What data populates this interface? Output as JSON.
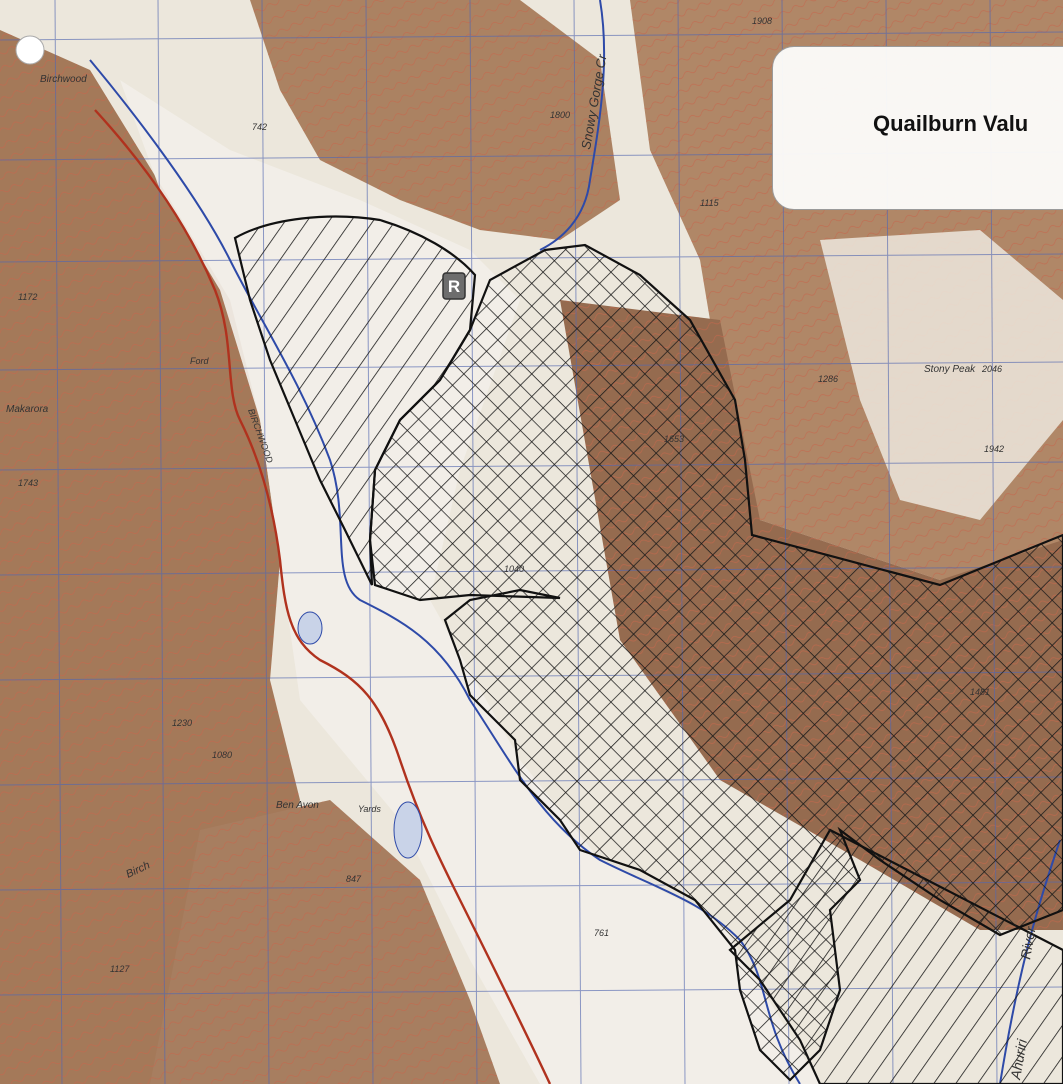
{
  "title": "Quailburn Valu",
  "legend_marker": "R",
  "labels": {
    "place_top_left": "Birchwood",
    "place_mid_left": "Makarora",
    "place_bottom": "Ben Avon",
    "river_right": "River",
    "river_bottom": "Ahuriri",
    "road_name": "BIRCHWOOD",
    "creek": "Snowy Gorge Cr",
    "peak": "Stony Peak",
    "ford": "Ford",
    "birch": "Birch",
    "yards": "Yards",
    "h_742": "742",
    "h_1908": "1908",
    "h_1115": "1115",
    "h_1286": "1286",
    "h_2046": "2046",
    "h_1942": "1942",
    "h_1653": "1653",
    "h_1743": "1743",
    "h_1230": "1230",
    "h_1080": "1080",
    "h_1127": "1127",
    "h_847": "847",
    "h_761": "761",
    "h_1481": "1481",
    "h_1172": "1172",
    "h_1040": "1040",
    "h_1800": "1800"
  },
  "colors": {
    "terrain_light": "#ece7dc",
    "terrain_relief": "#8a5a3c",
    "contours": "#c0563a",
    "grid": "#5468b0",
    "road": "#b0321e",
    "water": "#2e4aa8",
    "hatch": "#1a1a1a"
  }
}
